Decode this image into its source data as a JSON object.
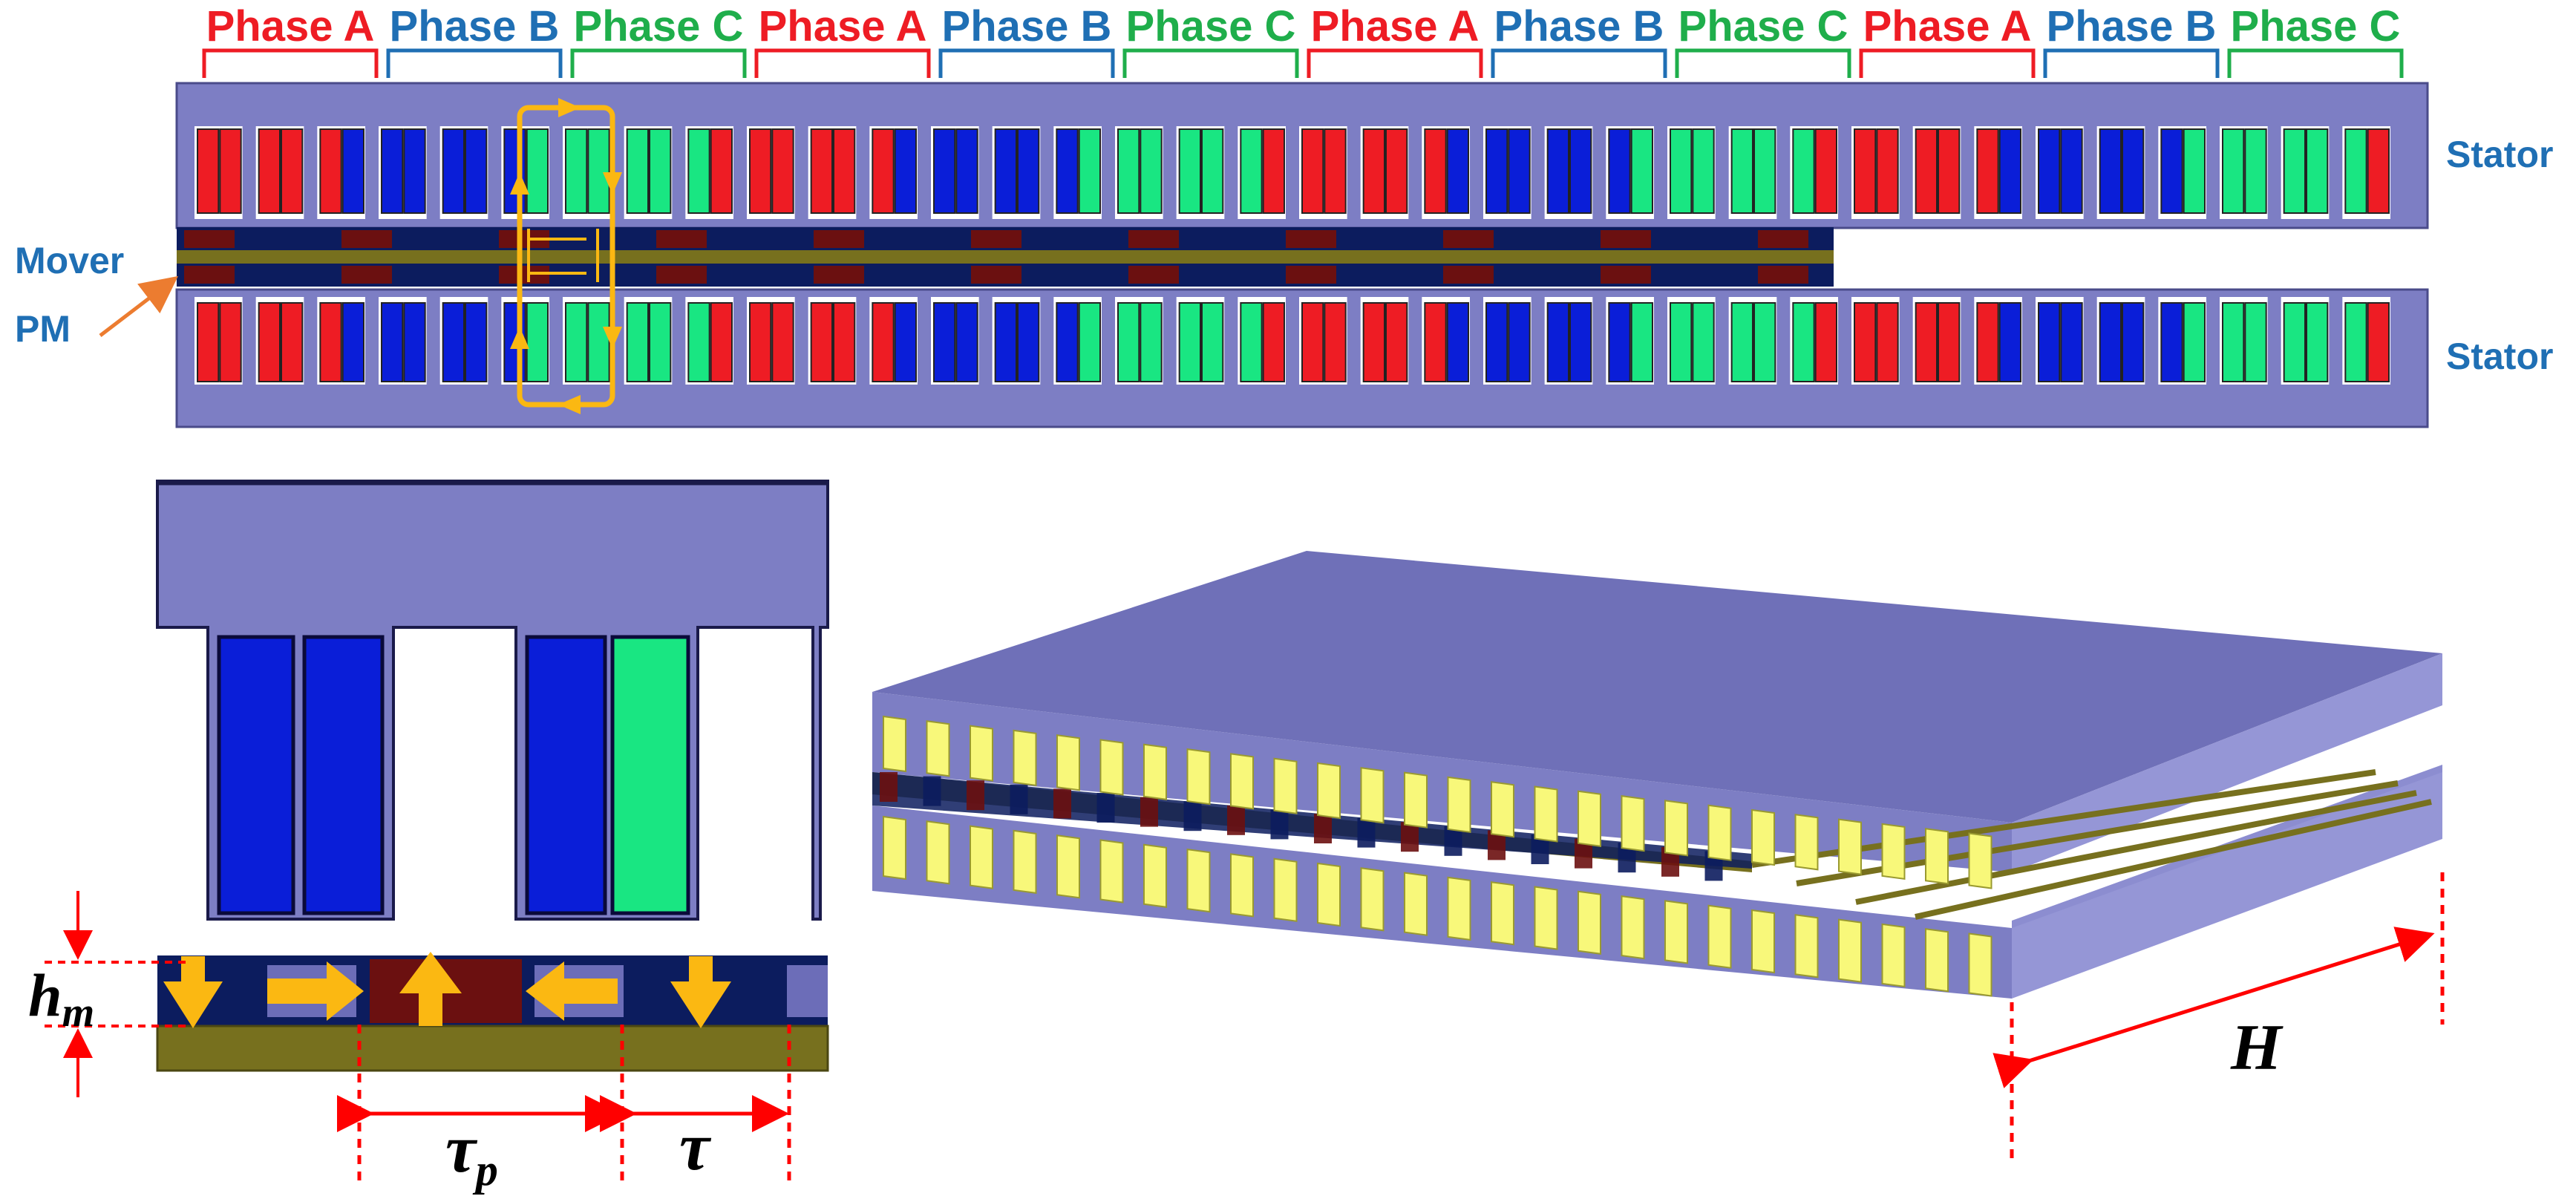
{
  "phase_labels": [
    "Phase A",
    "Phase B",
    "Phase C",
    "Phase A",
    "Phase B",
    "Phase C",
    "Phase A",
    "Phase B",
    "Phase C",
    "Phase A",
    "Phase B",
    "Phase C"
  ],
  "labels": {
    "stator_top": "Stator",
    "stator_bottom": "Stator",
    "mover": "Mover",
    "pm": "PM",
    "hm_main": "h",
    "hm_sub": "m",
    "tau_p_main": "τ",
    "tau_p_sub": "p",
    "tau": "τ",
    "H": "H"
  },
  "colors": {
    "phase_a": "#ee1c24",
    "phase_b": "#0a1ed8",
    "phase_c": "#19e682",
    "core": "#7d7ec4",
    "core_dark": "#6f70b8",
    "pm_dark_red": "#6b1010",
    "pm_navy": "#0c1c5e",
    "back_iron": "#77701e",
    "flux_arrow": "#fbb812",
    "dimension": "#ff0000",
    "label_blue": "#1f6fb4",
    "pm_pointer": "#ec7c30",
    "slot_3d": "#f8f87a"
  },
  "slot_phase_sequence": [
    "A",
    "A",
    "A",
    "B",
    "B",
    "B",
    "C",
    "C",
    "C",
    "A",
    "A",
    "A",
    "B",
    "B",
    "B",
    "C",
    "C",
    "C",
    "A",
    "A",
    "A",
    "B",
    "B",
    "B",
    "C",
    "C",
    "C",
    "A",
    "A",
    "A",
    "B",
    "B",
    "B",
    "C",
    "C",
    "C"
  ]
}
